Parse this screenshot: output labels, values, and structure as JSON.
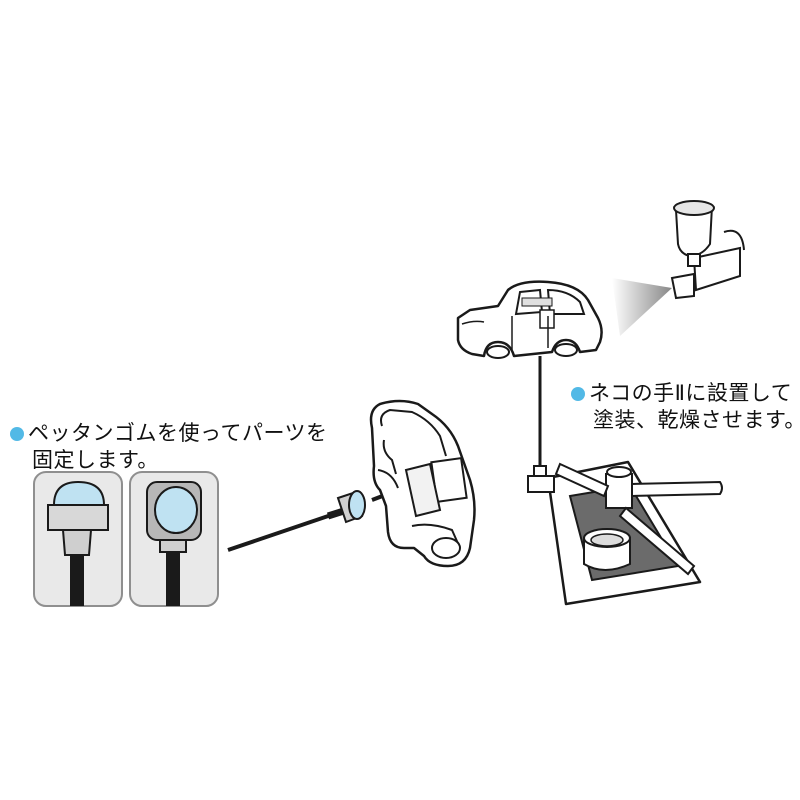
{
  "captions": {
    "left": {
      "line1": "ペッタンゴムを使ってパーツを",
      "line2": "固定します。"
    },
    "right": {
      "line1": "ネコの手Ⅱに設置して",
      "line2": "塗装、乾燥させます。"
    }
  },
  "colors": {
    "bullet": "#52b9e6",
    "rubber": "#bfe2f2",
    "outline": "#1a1a1a",
    "panel_border": "#8f8f8f",
    "panel_fill": "#e9e9e9",
    "stand_gray": "#6b6b6b"
  },
  "icons": [
    "suction-rubber-side-view",
    "suction-rubber-front-view",
    "car-body",
    "stand",
    "airbrush"
  ]
}
